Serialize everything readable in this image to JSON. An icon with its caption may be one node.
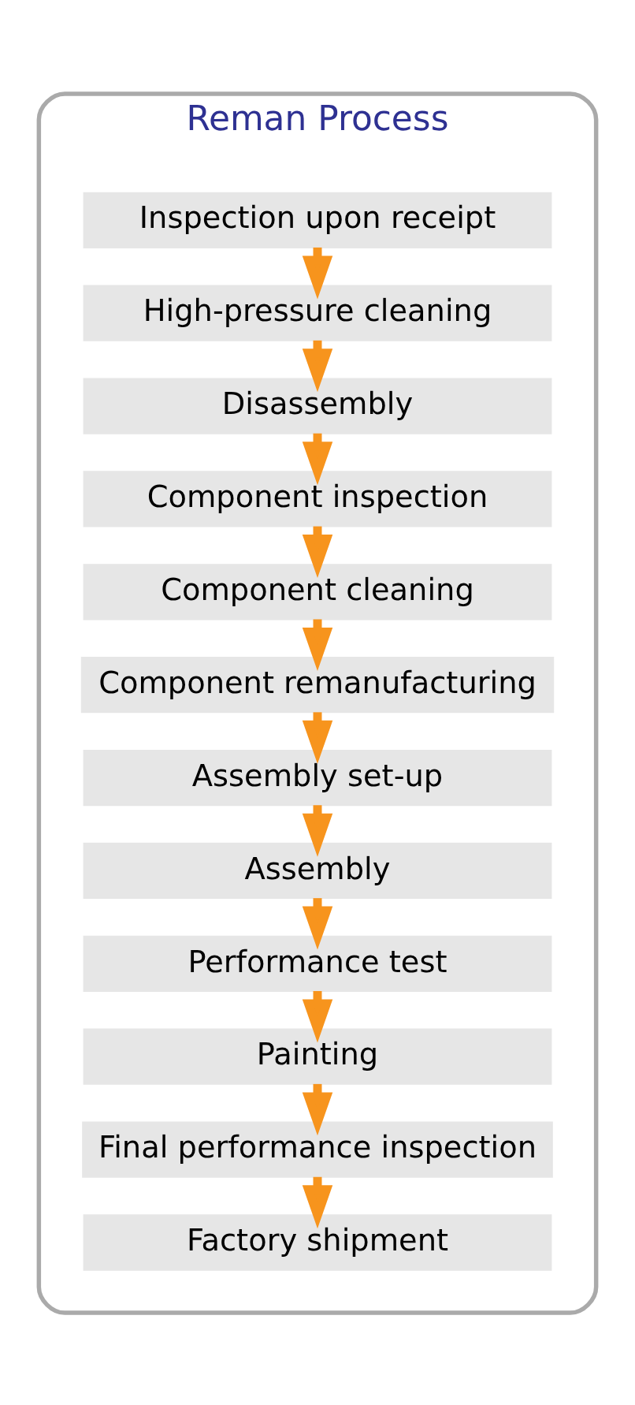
{
  "diagram": {
    "nodes": [
      {
        "text": [
          "Reman Process"
        ]
      },
      {
        "text": [
          "Inspection upon receipt"
        ],
        "in": 0
      },
      {
        "text": [
          "High-pressure cleaning"
        ],
        "in": 0
      },
      {
        "text": [
          "Disassembly"
        ],
        "in": 0
      },
      {
        "text": [
          "Component inspection"
        ],
        "in": 0
      },
      {
        "text": [
          "Component cleaning"
        ],
        "in": 0
      },
      {
        "text": [
          "Component remanufacturing"
        ],
        "in": 0
      },
      {
        "text": [
          "Assembly set-up"
        ],
        "in": 0
      },
      {
        "text": [
          "Assembly"
        ],
        "in": 0
      },
      {
        "text": [
          "Performance test"
        ],
        "in": 0
      },
      {
        "text": [
          "Painting"
        ],
        "in": 0
      },
      {
        "text": [
          "Final performance inspection"
        ],
        "in": 0
      },
      {
        "text": [
          "Factory shipment"
        ],
        "in": 0
      }
    ],
    "edges": [
      {
        "from": 1,
        "to": 2,
        "arrow": "to"
      },
      {
        "from": 2,
        "to": 3,
        "arrow": "to"
      },
      {
        "from": 3,
        "to": 4,
        "arrow": "to"
      },
      {
        "from": 4,
        "to": 5,
        "arrow": "to"
      },
      {
        "from": 5,
        "to": 6,
        "arrow": "to"
      },
      {
        "from": 6,
        "to": 7,
        "arrow": "to"
      },
      {
        "from": 7,
        "to": 8,
        "arrow": "to"
      },
      {
        "from": 8,
        "to": 9,
        "arrow": "to"
      },
      {
        "from": 9,
        "to": 10,
        "arrow": "to"
      },
      {
        "from": 10,
        "to": 11,
        "arrow": "to"
      },
      {
        "from": 11,
        "to": 12,
        "arrow": "to"
      }
    ]
  }
}
